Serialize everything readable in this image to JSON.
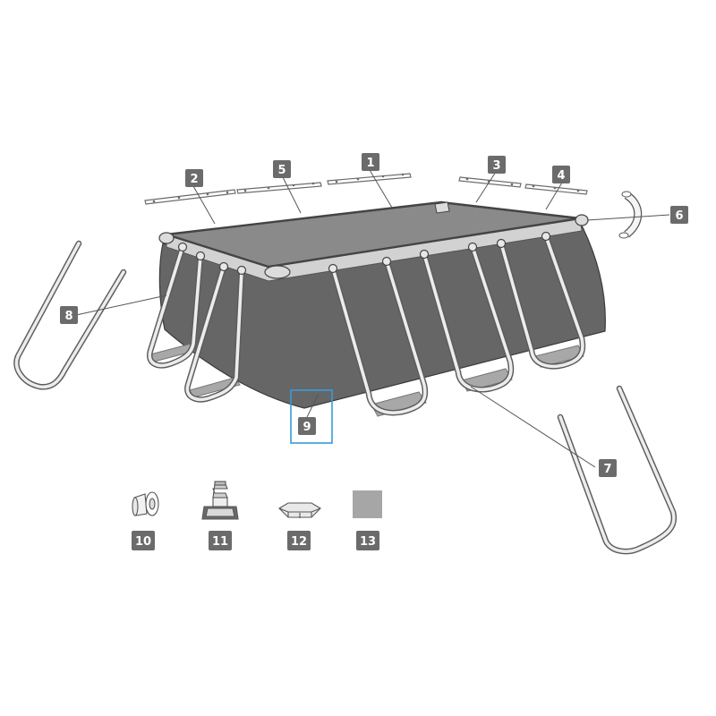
{
  "title": "",
  "parts": [
    {
      "id": "part-1",
      "label": "1"
    },
    {
      "id": "part-2",
      "label": "2"
    },
    {
      "id": "part-3",
      "label": "3"
    },
    {
      "id": "part-4",
      "label": "4"
    },
    {
      "id": "part-5",
      "label": "5"
    },
    {
      "id": "part-6",
      "label": "6"
    },
    {
      "id": "part-7",
      "label": "7"
    },
    {
      "id": "part-8",
      "label": "8"
    },
    {
      "id": "part-9",
      "label": "9",
      "selected": true
    },
    {
      "id": "part-10",
      "label": "10"
    },
    {
      "id": "part-11",
      "label": "11"
    },
    {
      "id": "part-12",
      "label": "12"
    },
    {
      "id": "part-13",
      "label": "13"
    }
  ],
  "colors": {
    "badge": "#6b6b6b",
    "badge_text": "#ffffff",
    "pool_wall": "#666666",
    "pool_floor": "#8a8a8a",
    "highlight": "#3a9ad9"
  }
}
